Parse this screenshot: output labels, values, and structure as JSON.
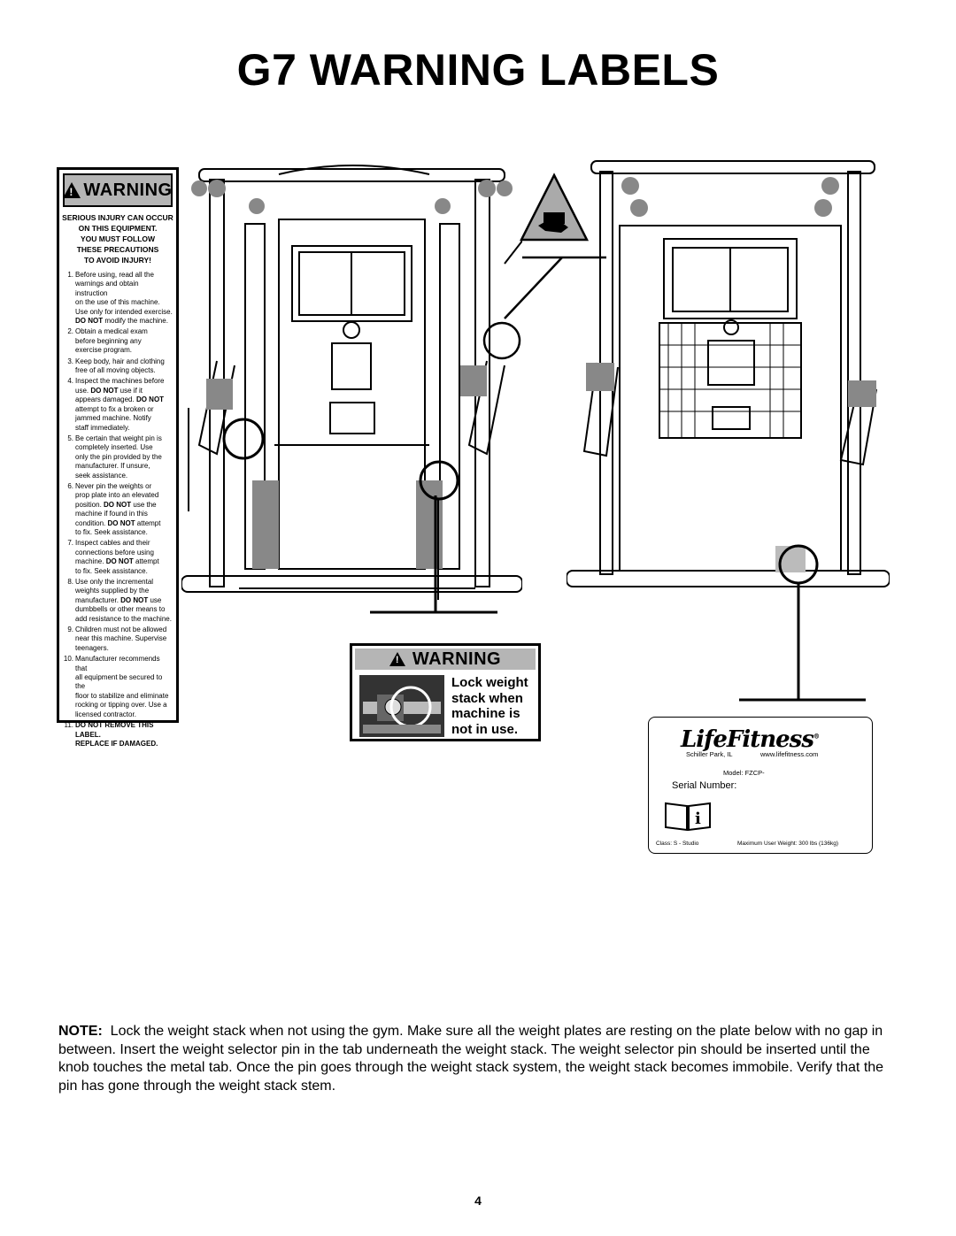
{
  "title": "G7 WARNING LABELS",
  "warning_label": {
    "header": "WARNING",
    "intro": [
      "SERIOUS INJURY CAN OCCUR",
      "ON THIS EQUIPMENT.",
      "YOU MUST FOLLOW",
      "THESE PRECAUTIONS",
      "TO AVOID INJURY!"
    ],
    "items": [
      {
        "num": "1.",
        "lines": [
          "Before using, read all the",
          "warnings and obtain instruction",
          "on the use of this machine.",
          "Use only for intended exercise.",
          "**DO NOT** modify the machine."
        ]
      },
      {
        "num": "2.",
        "lines": [
          "Obtain a medical exam",
          "before beginning any",
          "exercise program."
        ]
      },
      {
        "num": "3.",
        "lines": [
          "Keep body, hair and clothing",
          "free of all moving objects."
        ]
      },
      {
        "num": "4.",
        "lines": [
          "Inspect the machines before",
          "use. **DO NOT** use if it",
          "appears damaged. **DO NOT**",
          "attempt to fix a broken or",
          "jammed machine. Notify",
          "staff immediately."
        ]
      },
      {
        "num": "5.",
        "lines": [
          "Be certain that weight pin is",
          "completely inserted. Use",
          "only the pin provided by the",
          "manufacturer. If unsure,",
          "seek assistance."
        ]
      },
      {
        "num": "6.",
        "lines": [
          "Never pin the weights or",
          "prop plate into an elevated",
          "position. **DO NOT** use the",
          "machine if found in this",
          "condition. **DO NOT** attempt",
          "to fix. Seek assistance."
        ]
      },
      {
        "num": "7.",
        "lines": [
          "Inspect cables and their",
          "connections before using",
          "machine. **DO NOT** attempt",
          "to fix. Seek assistance."
        ]
      },
      {
        "num": "8.",
        "lines": [
          "Use only the incremental",
          "weights supplied by the",
          "manufacturer. **DO NOT** use",
          "dumbbells or other means to",
          "add resistance to the machine."
        ]
      },
      {
        "num": "9.",
        "lines": [
          "Children must not be allowed",
          "near this machine. Supervise",
          "teenagers."
        ]
      },
      {
        "num": "10.",
        "lines": [
          "Manufacturer recommends that",
          "all equipment be secured to the",
          "floor to stabilize and eliminate",
          "rocking or tipping over. Use a",
          "licensed contractor."
        ]
      },
      {
        "num": "11.",
        "lines": [
          "**DO NOT REMOVE THIS LABEL.**",
          "**REPLACE IF DAMAGED.**"
        ]
      }
    ]
  },
  "lock_label": {
    "header": "WARNING",
    "text": [
      "Lock weight",
      "stack when",
      "machine is",
      "not in use."
    ]
  },
  "serial_label": {
    "brand": "LifeFitness",
    "trademark": "®",
    "location": "Schiller Park, IL",
    "website": "www.lifefitness.com",
    "model": "Model: FZCP-",
    "serial": "Serial Number:",
    "class": "Class: S - Studio",
    "max_weight": "Maximum User Weight: 300 lbs (136kg)",
    "info_icon": "book-info-icon"
  },
  "note": {
    "label": "NOTE:",
    "text": "Lock the weight stack when not using the gym. Make sure all the weight plates are resting on the plate below with no gap in between. Insert the weight selector pin in the tab underneath the weight stack. The weight selector pin should be inserted until the knob touches the metal tab. Once the pin goes through the weight stack system, the weight stack becomes immobile. Verify that the pin has gone through the weight stack stem."
  },
  "page_number": "4"
}
